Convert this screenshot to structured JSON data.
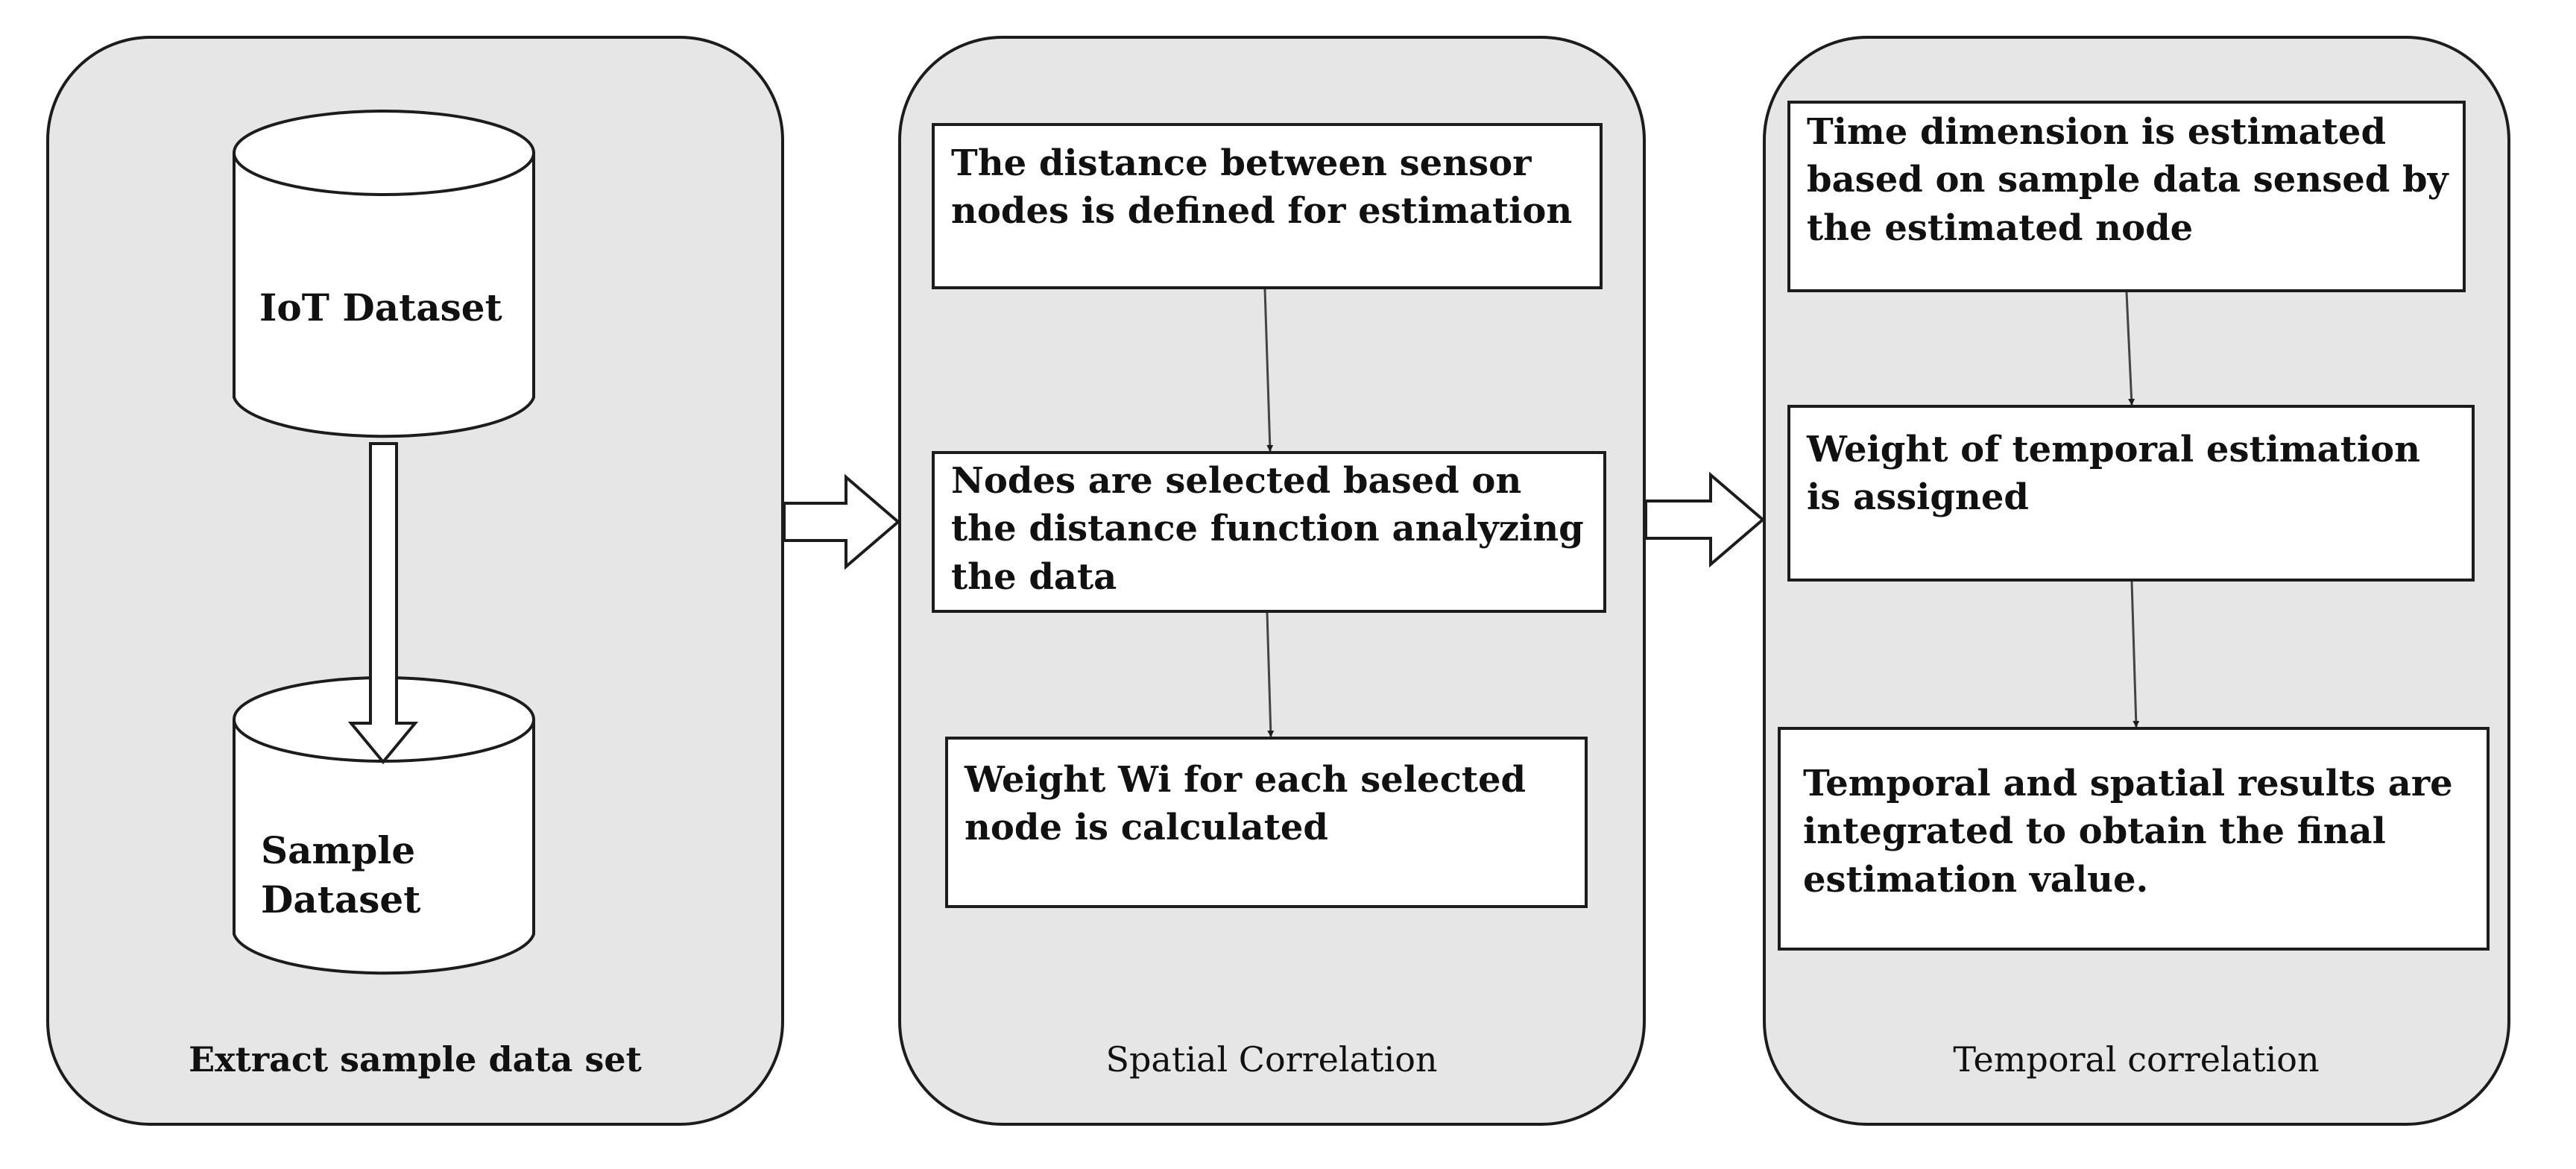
{
  "stages": [
    {
      "label": "Extract sample data set",
      "databases": [
        {
          "label": "IoT Dataset"
        },
        {
          "label": "Sample Dataset",
          "lines": [
            "Sample",
            "Dataset"
          ]
        }
      ]
    },
    {
      "label": "Spatial Correlation",
      "steps": [
        {
          "text": "The distance between sensor nodes is defined for estimation"
        },
        {
          "text": "Nodes are selected based on the distance function analyzing the data"
        },
        {
          "text": "Weight Wi for each selected node is calculated"
        }
      ]
    },
    {
      "label": "Temporal correlation",
      "steps": [
        {
          "text": "Time dimension is estimated based on sample data sensed by the estimated node"
        },
        {
          "text": "Weight of temporal estimation is assigned"
        },
        {
          "text": "Temporal and spatial results are integrated to obtain the final estimation value."
        }
      ]
    }
  ],
  "colors": {
    "panel_fill": "#e6e6e6",
    "stroke": "#1c1c1c",
    "box_fill": "#ffffff",
    "text": "#111111"
  }
}
